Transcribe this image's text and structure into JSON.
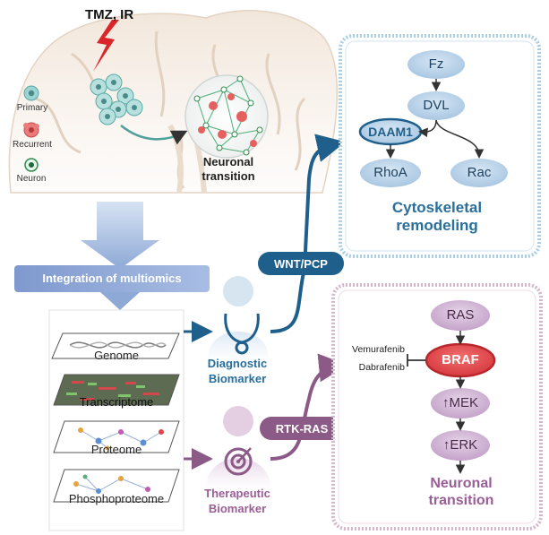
{
  "stimulus": {
    "label": "TMZ, IR"
  },
  "legend": {
    "primary": "Primary",
    "recurrent": "Recurrent",
    "neuron": "Neuron"
  },
  "brain": {
    "transition_label": "Neuronal\ntransition"
  },
  "multiomics": {
    "title": "Integration of multiomics",
    "layers": [
      "Genome",
      "Transcriptome",
      "Proteome",
      "Phosphoproteome"
    ]
  },
  "diagnostic": {
    "label": "Diagnostic\nBiomarker",
    "pathway": "WNT/PCP"
  },
  "therapeutic": {
    "label": "Therapeutic\nBiomarker",
    "pathway": "RTK-RAS"
  },
  "wnt_panel": {
    "nodes": {
      "fz": "Fz",
      "dvl": "DVL",
      "daam1": "DAAM1",
      "rhoa": "RhoA",
      "rac": "Rac"
    },
    "outcome": "Cytoskeletal\nremodeling"
  },
  "ras_panel": {
    "nodes": {
      "ras": "RAS",
      "braf": "BRAF",
      "mek": "MEK",
      "erk": "ERK"
    },
    "inhibitors": [
      "Vemurafenib",
      "Dabrafenib"
    ],
    "up_arrow": "↑",
    "outcome": "Neuronal\ntransition"
  },
  "colors": {
    "blue_dark": "#1f5f8b",
    "blue_text": "#2a6f9c",
    "node_blue": "#b9d3ea",
    "purple": "#8c5a86",
    "purple_text": "#9a5e96",
    "node_purple": "#cfb3d4",
    "braf_red": "#e0454a",
    "panel_blue_border": "#a9cde3",
    "panel_purple_border": "#d3b6c9"
  }
}
